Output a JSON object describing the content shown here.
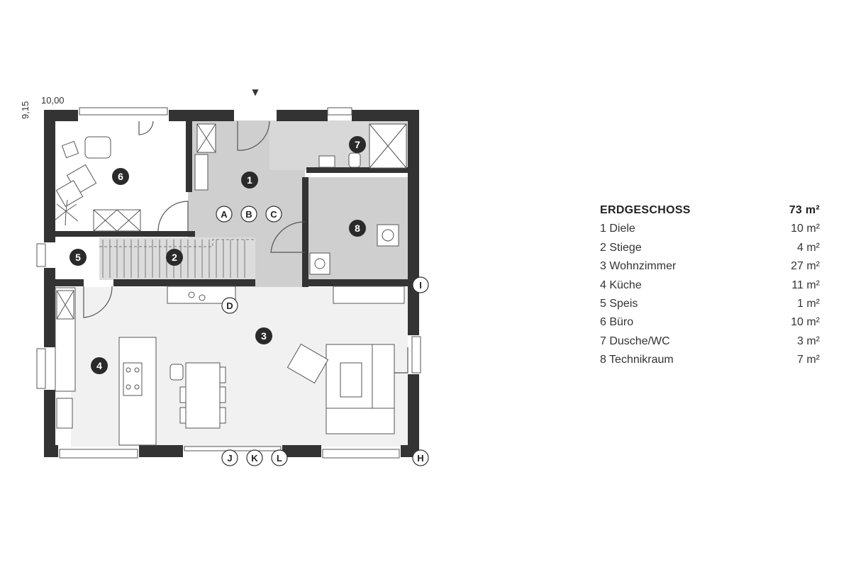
{
  "dimensions": {
    "width": "10,00",
    "depth": "9,15"
  },
  "rooms": [
    {
      "num": "1",
      "name": "Diele",
      "area": "10 m²"
    },
    {
      "num": "2",
      "name": "Stiege",
      "area": "4 m²"
    },
    {
      "num": "3",
      "name": "Wohnzimmer",
      "area": "27 m²"
    },
    {
      "num": "4",
      "name": "Küche",
      "area": "11 m²"
    },
    {
      "num": "5",
      "name": "Speis",
      "area": "1 m²"
    },
    {
      "num": "6",
      "name": "Büro",
      "area": "10 m²"
    },
    {
      "num": "7",
      "name": "Dusche/WC",
      "area": "3 m²"
    },
    {
      "num": "8",
      "name": "Technikraum",
      "area": "7 m²"
    }
  ],
  "view_markers": [
    "A",
    "B",
    "C",
    "D",
    "H",
    "I",
    "J",
    "K",
    "L"
  ],
  "entrance_marker": "▼",
  "legend": {
    "title": "ERDGESCHOSS",
    "total": "73 m²",
    "rows": [
      {
        "label": "1 Diele",
        "area": "10 m²"
      },
      {
        "label": "2 Stiege",
        "area": "4 m²"
      },
      {
        "label": "3 Wohnzimmer",
        "area": "27 m²"
      },
      {
        "label": "4 Küche",
        "area": "11 m²"
      },
      {
        "label": "5 Speis",
        "area": "1 m²"
      },
      {
        "label": "6 Büro",
        "area": "10 m²"
      },
      {
        "label": "7 Dusche/WC",
        "area": "3 m²"
      },
      {
        "label": "8 Technikraum",
        "area": "7 m²"
      }
    ]
  },
  "colors": {
    "wall": "#333333",
    "grey_room": "#cfcfcf",
    "light_room": "#f1f1f1",
    "badge": "#2a2a2a"
  }
}
